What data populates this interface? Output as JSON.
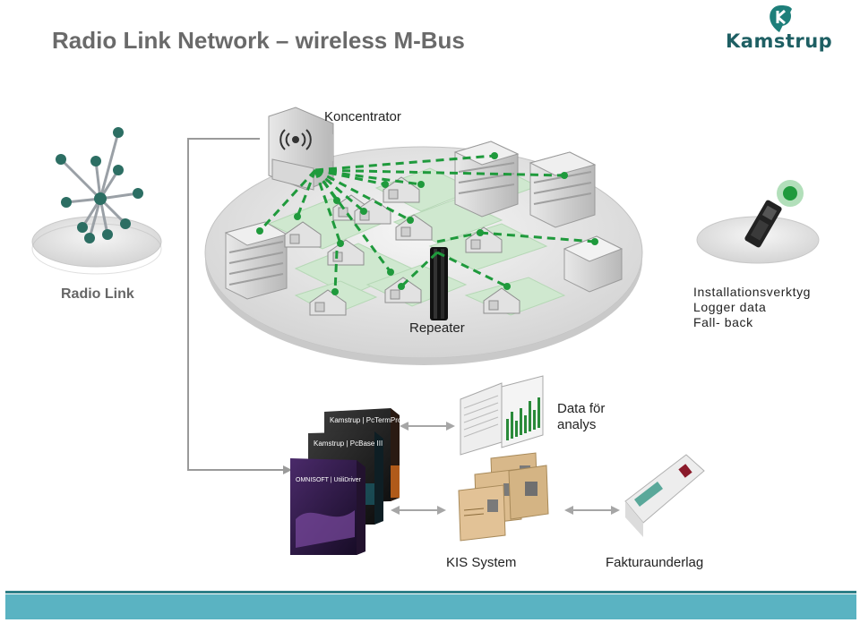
{
  "title": "Radio Link Network – wireless M-Bus",
  "logo": {
    "text": "Kamstrup",
    "color": "#1e5f63"
  },
  "labels": {
    "radio_link": "Radio Link",
    "koncentrator": "Koncentrator",
    "repeater": "Repeater",
    "installation_lines": [
      "Installationsverktyg",
      "Logger data",
      "Fall- back"
    ],
    "data_analys_lines": [
      "Data för",
      "analys"
    ],
    "kis_system": "KIS System",
    "faktura": "Fakturaunderlag"
  },
  "software_boxes": [
    {
      "brand": "Kamstrup",
      "product": "PcTermPro III",
      "color": "#111111"
    },
    {
      "brand": "Kamstrup",
      "product": "PcBase III",
      "color": "#111111"
    },
    {
      "brand": "OMNISOFT",
      "product": "UtiliDriver",
      "color": "#2a1a3a"
    }
  ],
  "colors": {
    "radio_link_green": "#1f9a3c",
    "title_gray": "#6a6a6a",
    "footer_teal": "#5ab3c2",
    "lawn_green": "#cfe8cf"
  }
}
